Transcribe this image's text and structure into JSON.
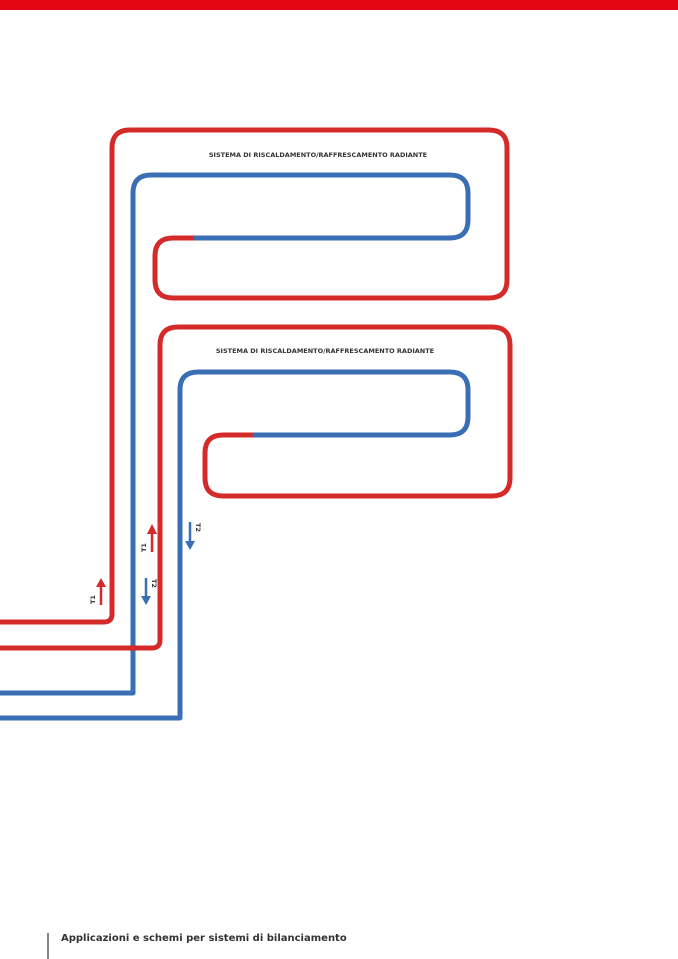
{
  "diagram": {
    "system_label_1": "SISTEMA DI RISCALDAMENTO/RAFFRESCAMENTO RADIANTE",
    "system_label_2": "SISTEMA DI RISCALDAMENTO/RAFFRESCAMENTO RADIANTE",
    "arrows": [
      {
        "label": "T1",
        "direction": "up",
        "color": "#d42a2a"
      },
      {
        "label": "T1",
        "direction": "up",
        "color": "#d42a2a"
      },
      {
        "label": "T2",
        "direction": "down",
        "color": "#3a6fb5"
      },
      {
        "label": "T2",
        "direction": "down",
        "color": "#3a6fb5"
      }
    ],
    "colors": {
      "supply": "#d42a2a",
      "return": "#3a6fb5",
      "brand": "#e30613"
    }
  },
  "footer": {
    "title": "Applicazioni e schemi per sistemi di bilanciamento"
  }
}
